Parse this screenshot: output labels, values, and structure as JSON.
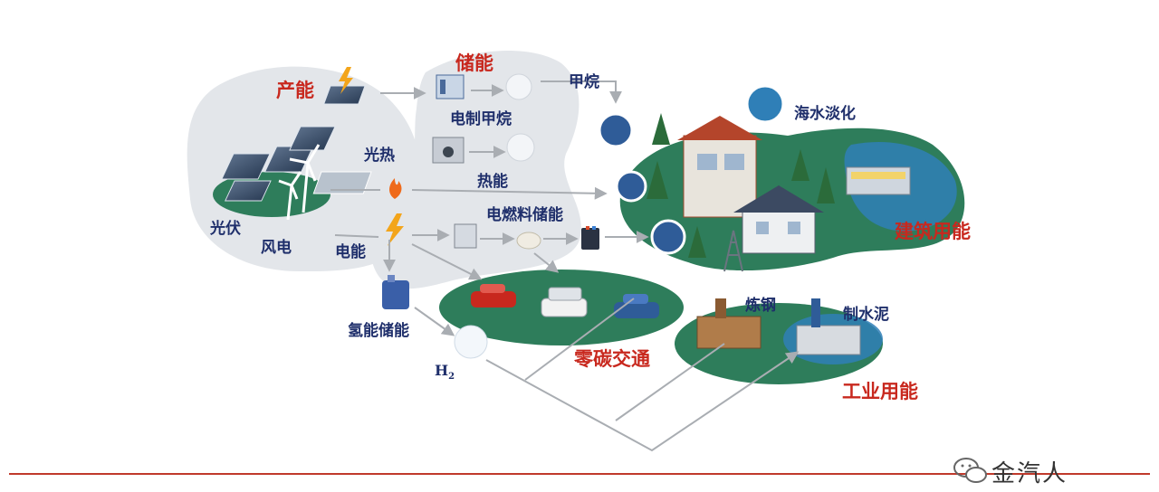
{
  "labels": {
    "chanen": "产能",
    "chuneng": "储能",
    "guangre": "光热",
    "guangfu": "光伏",
    "fengdian": "风电",
    "dianneng": "电能",
    "jiawan_top": "甲烷",
    "dianzhi_jiawan": "电制甲烷",
    "reneng": "热能",
    "dianranliao": "电燃料储能",
    "qingneng": "氢能储能",
    "h2_main": "H",
    "h2_sub": "2",
    "haishui": "海水淡化",
    "jianzhu": "建筑用能",
    "lingtan": "零碳交通",
    "liangang": "炼钢",
    "zhishuini": "制水泥",
    "gongye": "工业用能"
  },
  "watermark": "金汽人",
  "colors": {
    "label_blue": "#1f2f6b",
    "label_red": "#c8281e",
    "blob_gray": "#e3e6ea",
    "island_green": "#2e7d5b",
    "water_blue": "#2f7fb7",
    "arrow_gray": "#a9adb2",
    "bottom_rule": "#c0392b"
  }
}
